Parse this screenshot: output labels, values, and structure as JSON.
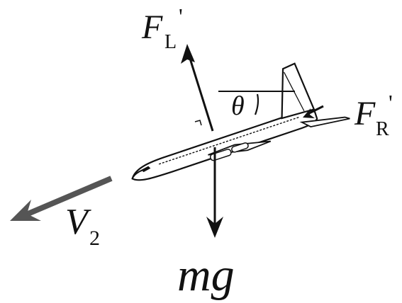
{
  "forces": {
    "lift": {
      "symbol": "F",
      "sub": "L",
      "prime": "'"
    },
    "thrust": {
      "symbol": "F",
      "sub": "R",
      "prime": "'"
    },
    "weight": {
      "text": "mg"
    }
  },
  "velocity": {
    "symbol": "V",
    "sub": "2"
  },
  "angle": {
    "symbol": "θ"
  },
  "colors": {
    "ink": "#111111",
    "velocity_arrow": "#555555",
    "aircraft_fill": "#ffffff"
  },
  "icons": {
    "aircraft": "airplane-icon"
  }
}
